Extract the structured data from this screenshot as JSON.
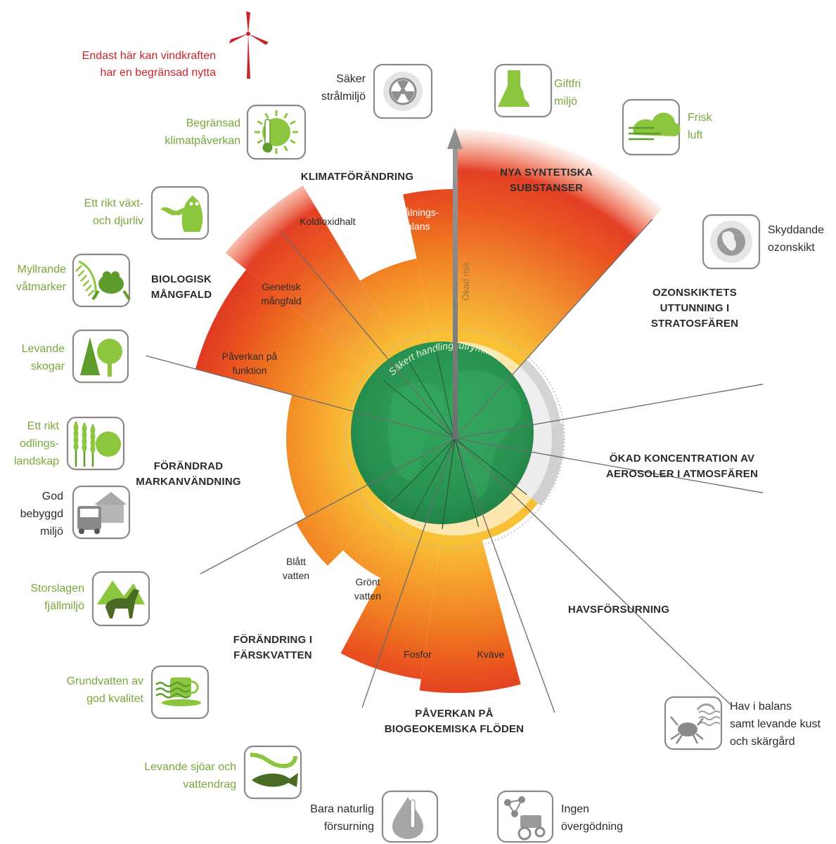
{
  "wind_note": [
    "Endast här kan vindkraften",
    "har en begränsad nytta"
  ],
  "center_label": "Säkert handlingsutrymme",
  "axis_label": "Ökad risk",
  "dimensions": {
    "klimat": [
      "KLIMATFÖRÄNDRING"
    ],
    "nya": [
      "NYA SYNTETISKA",
      "SUBSTANSER"
    ],
    "ozon": [
      "OZONSKIKTETS",
      "UTTUNNING I",
      "STRATOSFÄREN"
    ],
    "aerosol": [
      "ÖKAD KONCENTRATION AV",
      "AEROSOLER I ATMOSFÄREN"
    ],
    "hav": [
      "HAVSFÖRSURNING"
    ],
    "bio": [
      "BIOLOGISK",
      "MÅNGFALD"
    ],
    "mark": [
      "FÖRÄNDRAD",
      "MARKANVÄNDNING"
    ],
    "farsk": [
      "FÖRÄNDRING I",
      "FÄRSKVATTEN"
    ],
    "biogeo": [
      "PÅVERKAN PÅ",
      "BIOGEOKEMISKA FLÖDEN"
    ]
  },
  "sub_labels": {
    "koldioxid": [
      "Koldioxidhalt"
    ],
    "straln": [
      "Strålnings-",
      "balans"
    ],
    "genetisk": [
      "Genetisk",
      "mångfald"
    ],
    "paverkan": [
      "Påverkan på",
      "funktion"
    ],
    "blatt": [
      "Blått",
      "vatten"
    ],
    "gront": [
      "Grönt",
      "vatten"
    ],
    "fosfor": [
      "Fosfor"
    ],
    "kvave": [
      "Kväve"
    ]
  },
  "goals": {
    "saker": [
      "Säker",
      "strålmiljö"
    ],
    "giftfri": [
      "Giftfri",
      "miljö"
    ],
    "frisk": [
      "Frisk",
      "luft"
    ],
    "begransad": [
      "Begränsad",
      "klimatpåverkan"
    ],
    "ozon": [
      "Skyddande",
      "ozonskikt"
    ],
    "vaxt": [
      "Ett rikt växt-",
      "och djurliv"
    ],
    "myll": [
      "Myllrande",
      "våtmarker"
    ],
    "skog": [
      "Levande",
      "skogar"
    ],
    "odling": [
      "Ett rikt",
      "odlings-",
      "landskap"
    ],
    "bebyggd": [
      "God",
      "bebyggd",
      "miljö"
    ],
    "fjall": [
      "Storslagen",
      "fjällmiljö"
    ],
    "grund": [
      "Grundvatten av",
      "god kvalitet"
    ],
    "hav": [
      "Hav i balans",
      "samt levande kust",
      "och skärgård"
    ],
    "sjo": [
      "Levande sjöar och",
      "vattendrag"
    ],
    "forsurning": [
      "Bara naturlig",
      "försurning"
    ],
    "overgodning": [
      "Ingen",
      "övergödning"
    ]
  },
  "icons": {
    "saker": "radiation-icon",
    "giftfri": "biohazard-flask-icon",
    "frisk": "cloud-wind-icon",
    "begransad": "sun-thermometer-icon",
    "ozon": "globe-icon",
    "vaxt": "bird-owl-icon",
    "myll": "frog-fern-icon",
    "skog": "trees-icon",
    "odling": "wheat-icon",
    "bebyggd": "bus-house-icon",
    "fjall": "elk-mountain-icon",
    "grund": "water-cup-icon",
    "hav": "crab-icon",
    "sjo": "fish-icon",
    "forsurning": "droplet-icon",
    "overgodning": "tractor-molecule-icon",
    "wind": "wind-turbine-icon"
  },
  "colors": {
    "red": "#d9262a",
    "orange": "#f07d22",
    "yellow": "#f7c836",
    "green": "#2f9a54",
    "goal_green": "#7aa83a",
    "wind_red": "#c8262c",
    "gray": "#cfcfcf"
  }
}
